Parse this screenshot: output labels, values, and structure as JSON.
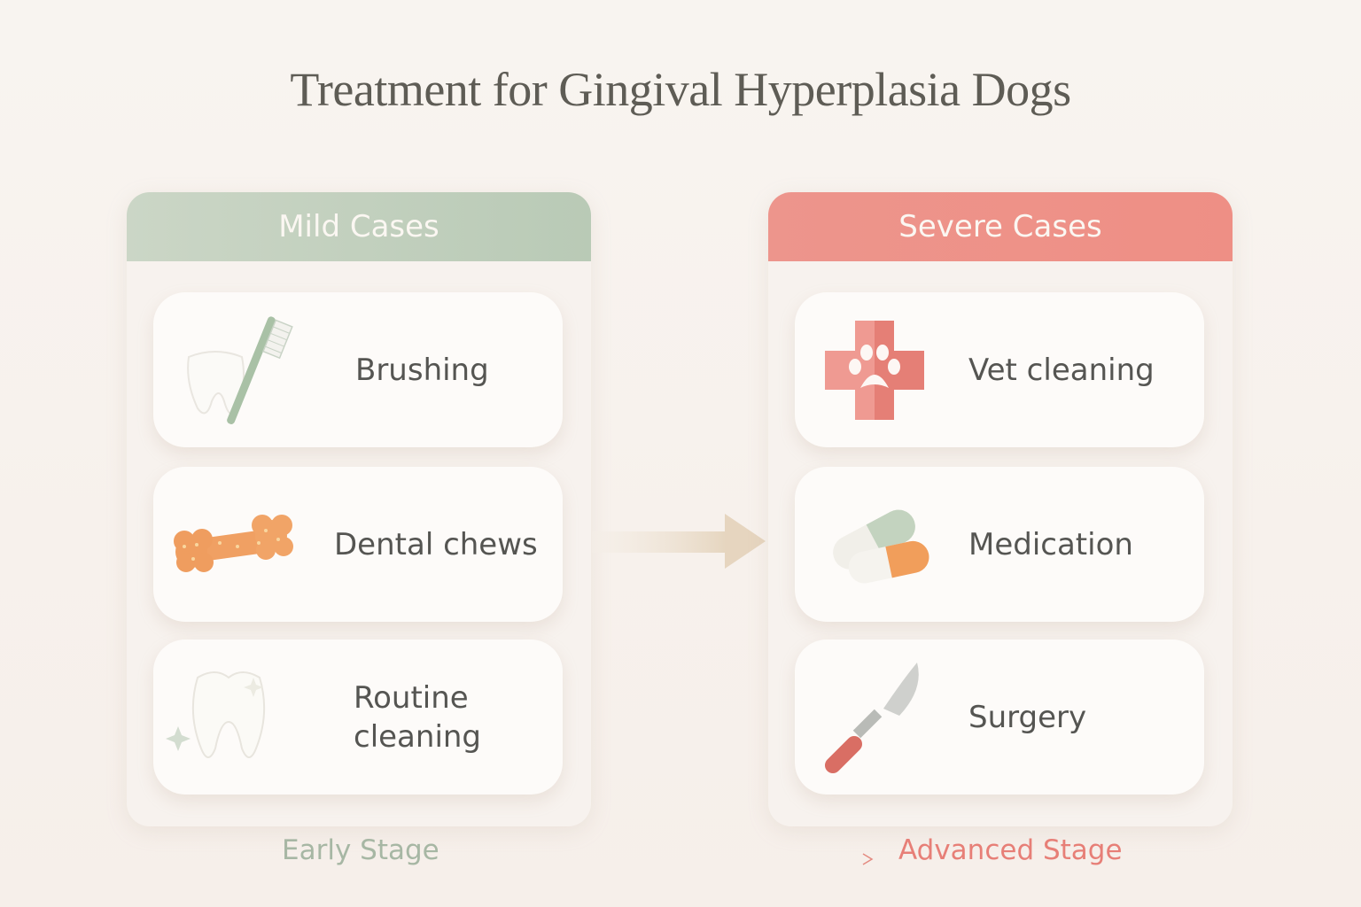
{
  "title": "Treatment for Gingival Hyperplasia Dogs",
  "panels": {
    "mild": {
      "header": "Mild Cases",
      "color": "#bfcfbb",
      "items": [
        {
          "label": "Brushing",
          "icon": "toothbrush-tooth-icon"
        },
        {
          "label": "Dental chews",
          "icon": "dental-chew-bone-icon"
        },
        {
          "label": "Routine cleaning",
          "label_line1": "Routine",
          "label_line2": "cleaning",
          "icon": "clean-tooth-icon"
        }
      ]
    },
    "severe": {
      "header": "Severe Cases",
      "color": "#ee9087",
      "items": [
        {
          "label": "Vet cleaning",
          "icon": "vet-cross-paw-icon"
        },
        {
          "label": "Medication",
          "icon": "capsules-icon"
        },
        {
          "label": "Surgery",
          "icon": "scalpel-icon"
        }
      ]
    }
  },
  "footer": {
    "start": "Early Stage",
    "end": "Advanced Stage",
    "start_color": "#a7b7a4",
    "end_color": "#e77f77"
  }
}
